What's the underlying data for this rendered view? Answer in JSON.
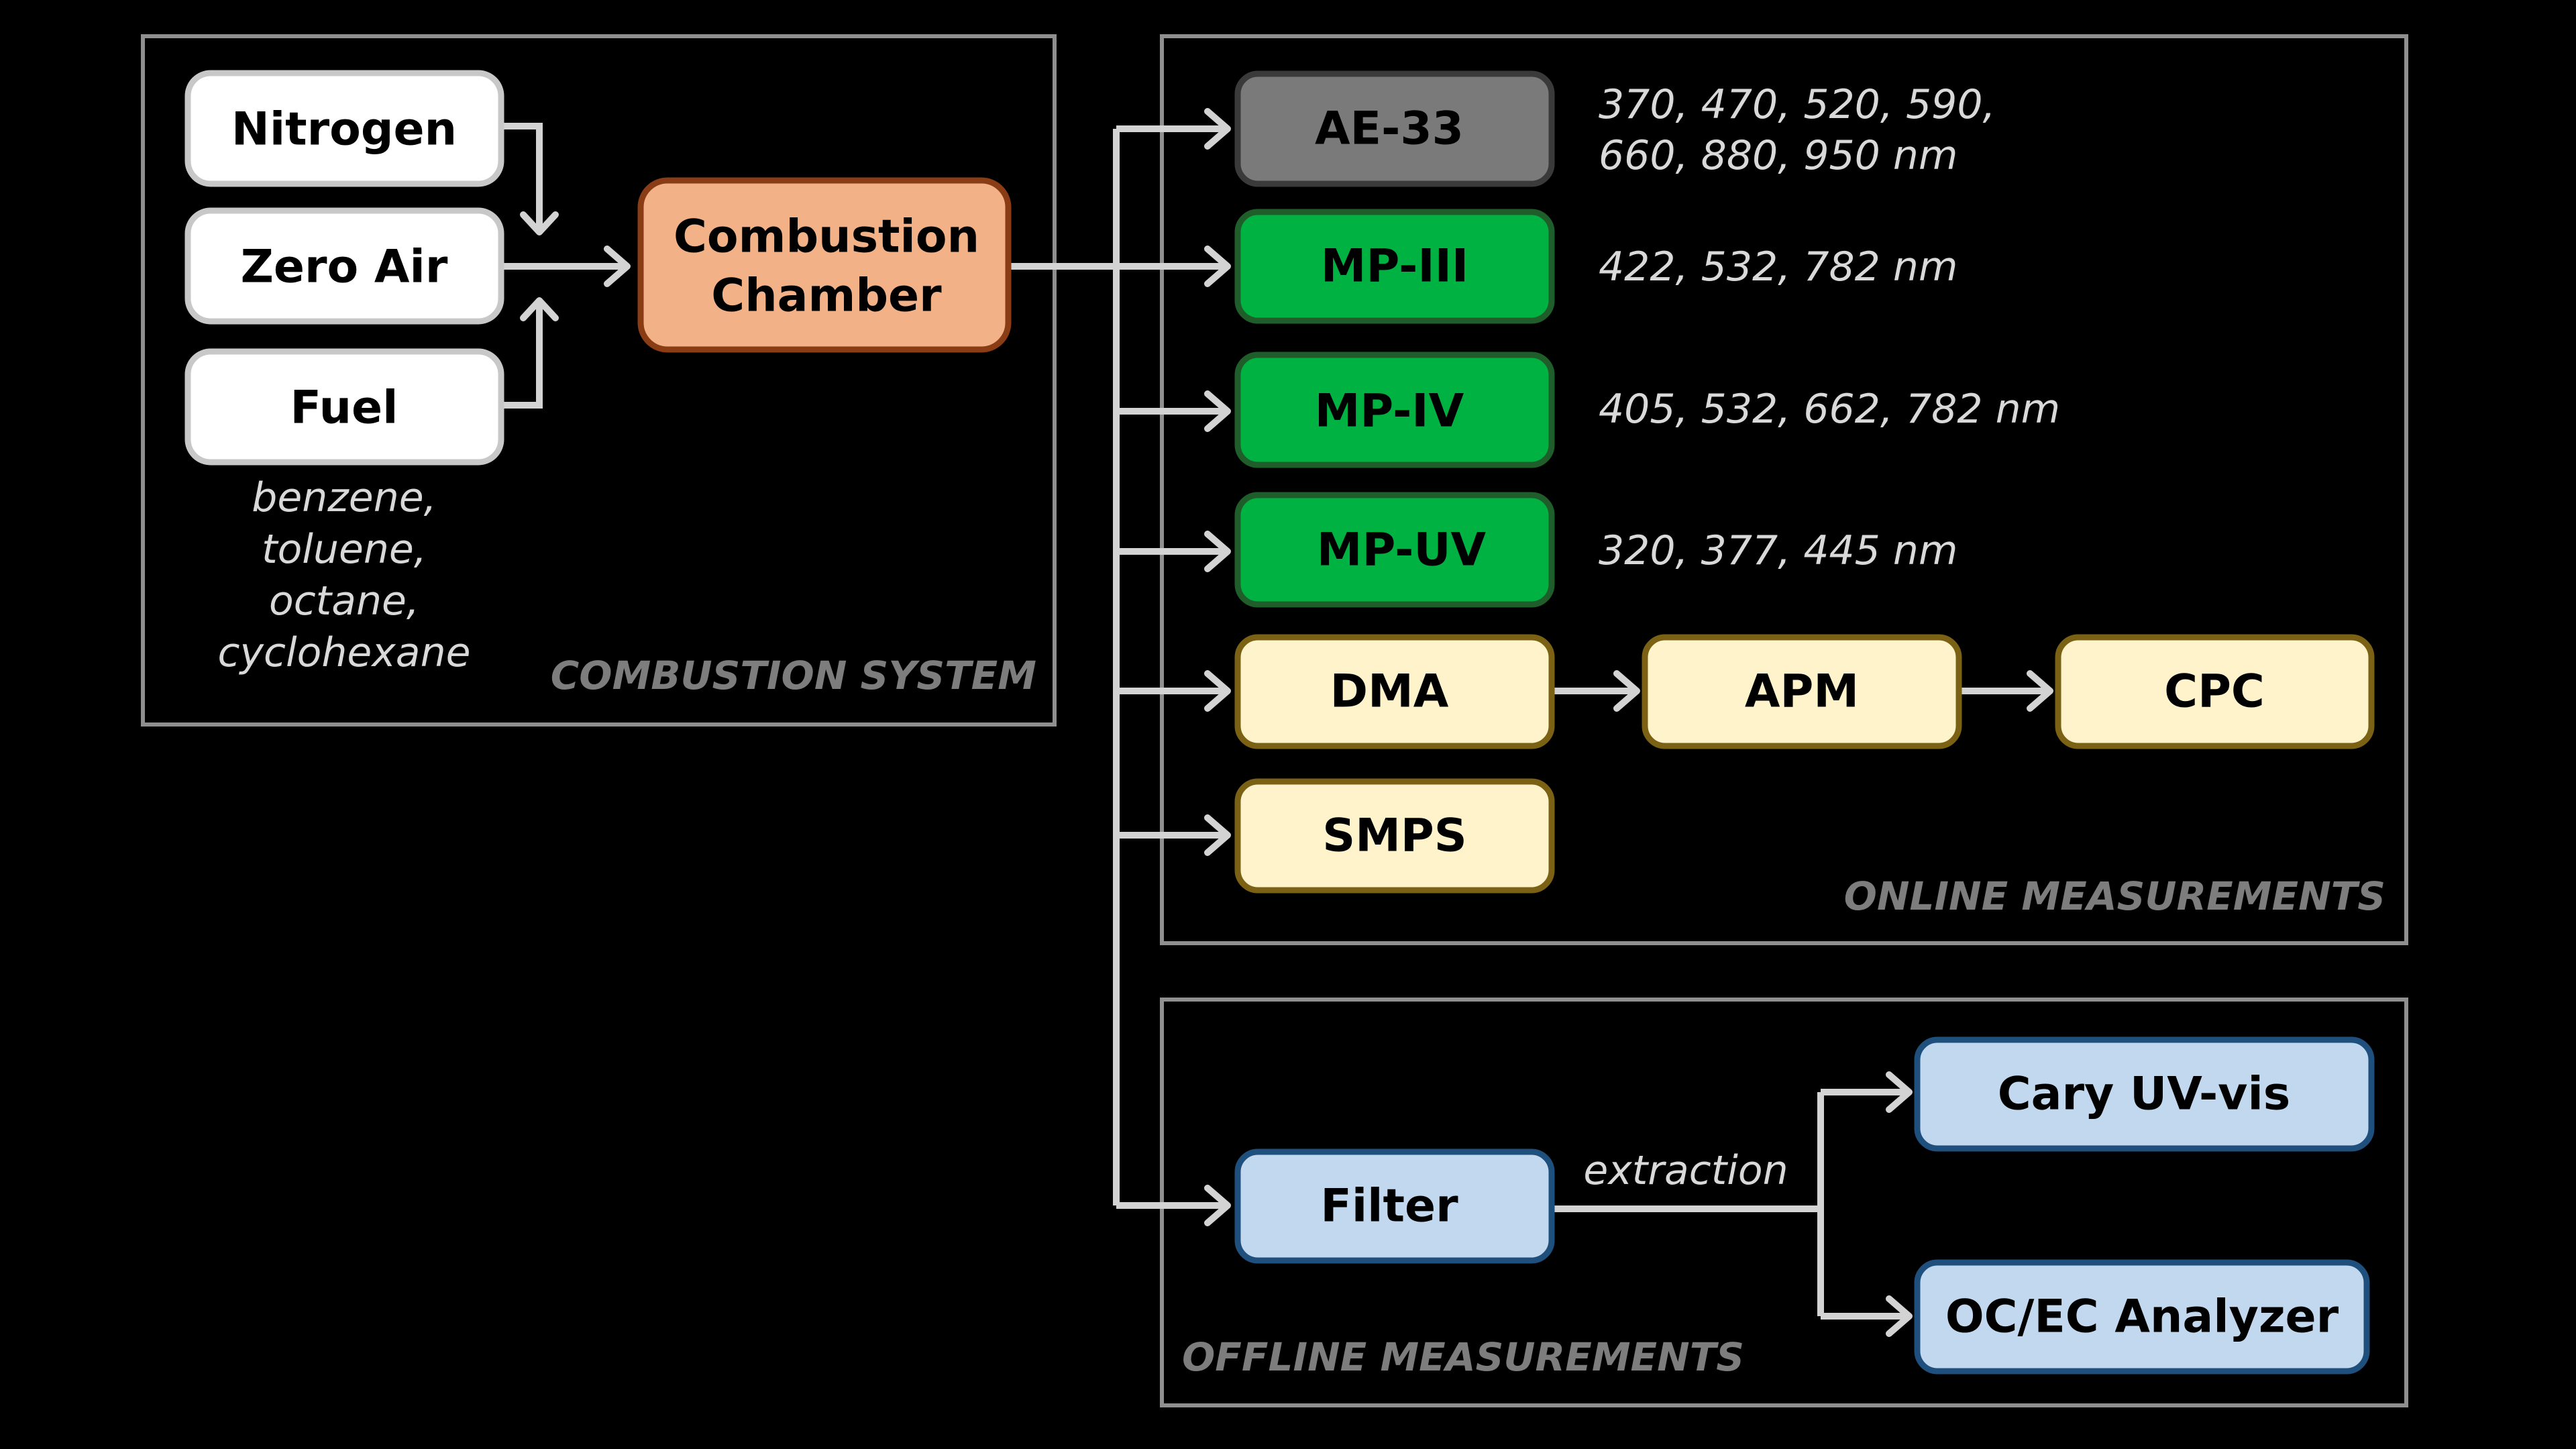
{
  "colors": {
    "background": "#000000",
    "panel_border": "#8f8f8f",
    "panel_label": "#7d7d7d",
    "connector": "#d3d3d3",
    "note_text": "#d9d9d9",
    "gas_fill": "#ffffff",
    "gas_border": "#c8c8c8",
    "chamber_fill": "#f2b187",
    "chamber_border": "#8a3c14",
    "ae33_fill": "#7a7a7a",
    "ae33_border": "#3a3a3a",
    "photoacoustic_fill": "#00b242",
    "photoacoustic_border": "#1f5e2a",
    "sizing_fill": "#fff3cc",
    "sizing_border": "#7a6114",
    "offline_fill": "#c2d8ee",
    "offline_border": "#1f4f7c"
  },
  "panels": {
    "combustion_system": "COMBUSTION SYSTEM",
    "online_measurements": "ONLINE MEASUREMENTS",
    "offline_measurements": "OFFLINE MEASUREMENTS"
  },
  "inputs": {
    "nitrogen": "Nitrogen",
    "zero_air": "Zero Air",
    "fuel": "Fuel",
    "fuel_types": [
      "benzene,",
      "toluene,",
      "octane,",
      "cyclohexane"
    ]
  },
  "chamber": {
    "line1": "Combustion",
    "line2": "Chamber"
  },
  "online": {
    "ae33": {
      "label": "AE-33",
      "wavelengths_line1": "370, 470, 520, 590,",
      "wavelengths_line2": "660, 880, 950 nm"
    },
    "mp3": {
      "label": "MP-III",
      "wavelengths": "422, 532, 782 nm"
    },
    "mp4": {
      "label": "MP-IV",
      "wavelengths": "405, 532, 662, 782 nm"
    },
    "mpuv": {
      "label": "MP-UV",
      "wavelengths": "320, 377, 445 nm"
    },
    "dma": "DMA",
    "apm": "APM",
    "cpc": "CPC",
    "smps": "SMPS"
  },
  "offline": {
    "filter": "Filter",
    "extraction": "extraction",
    "cary": "Cary UV-vis",
    "ocec": "OC/EC Analyzer"
  }
}
